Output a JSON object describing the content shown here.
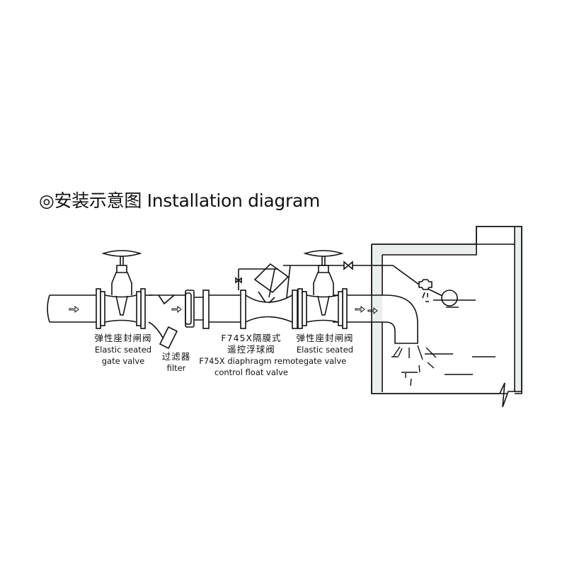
{
  "title": {
    "symbol": "◎",
    "text": "安装示意图 Installation diagram"
  },
  "labels": {
    "gate_valve_1": {
      "cn": "弹性座封闸阀",
      "en1": "Elastic seated",
      "en2": "gate valve"
    },
    "filter": {
      "cn": "过滤器",
      "en": "filter"
    },
    "float_valve": {
      "cn1": "F745X隔膜式",
      "cn2": "遥控浮球阀",
      "en1": "F745X diaphragm remote",
      "en2": "control float valve"
    },
    "gate_valve_2": {
      "cn": "弹性座封闸阀",
      "en1": "Elastic seated",
      "en2": "gate valve"
    }
  },
  "colors": {
    "line": "#111111",
    "wall_fill": "#e9efef"
  }
}
